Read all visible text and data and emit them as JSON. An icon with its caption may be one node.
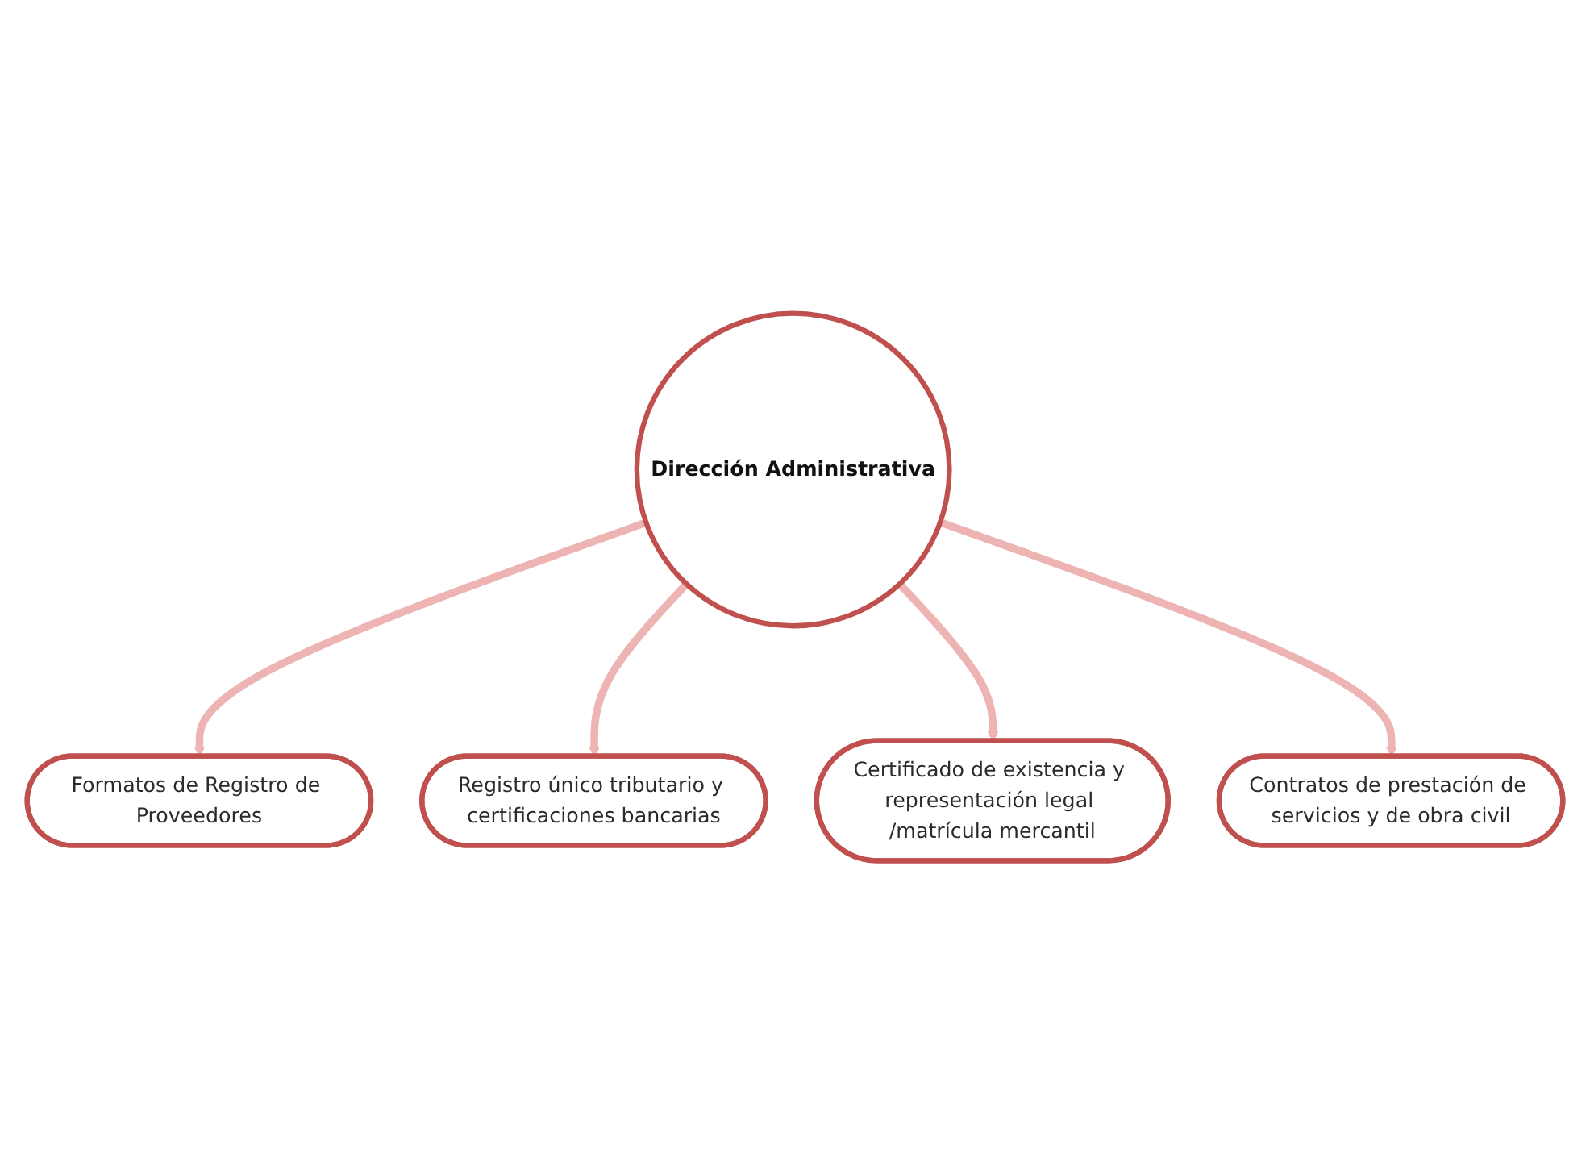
{
  "diagram": {
    "nodes": [
      {
        "text": [
          "Dirección Administrativa"
        ]
      },
      {
        "text": [
          "Formatos de Registro de Proveedores"
        ]
      },
      {
        "text": [
          "Registro único tributario y certificaciones bancarias"
        ]
      },
      {
        "text": [
          "Certificado de existencia y representación legal /matrícula mercantil"
        ]
      },
      {
        "text": [
          "Contratos de prestación de servicios y de obra civil"
        ]
      }
    ],
    "edges": [
      {
        "from": 0,
        "to": 1,
        "arrow": "to"
      },
      {
        "from": 0,
        "to": 2,
        "arrow": "to"
      },
      {
        "from": 0,
        "to": 3,
        "arrow": "to"
      },
      {
        "from": 0,
        "to": 4,
        "arrow": "to"
      }
    ]
  }
}
